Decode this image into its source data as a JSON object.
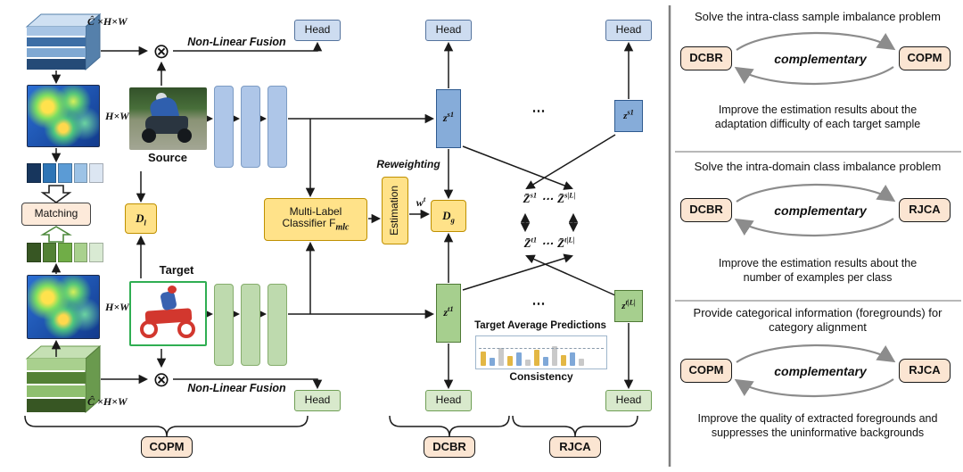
{
  "colors": {
    "blue_accent": "#aec6e8",
    "green_accent": "#bedaae",
    "yellow_accent": "#ffe289",
    "tan_accent": "#fbe5d2"
  },
  "diagram": {
    "labels": {
      "chw": "Ĉ ×H×W",
      "hw": "H×W",
      "nonlinear_fusion": "Non-Linear Fusion",
      "otimes": "⊗",
      "head": "Head",
      "matching": "Matching",
      "source": "Source",
      "target": "Target",
      "multilabel_line1": "Multi-Label",
      "multilabel_line2": "Classifier F",
      "multilabel_sub": "mlc",
      "reweighting": "Reweighting",
      "estimation": "Estimation",
      "target_avg_predictions": "Target Average Predictions",
      "consistency": "Consistency",
      "dots": "⋯"
    },
    "math": {
      "d_local": {
        "base": "D",
        "sub": "l"
      },
      "d_global": {
        "base": "D",
        "sub": "g"
      },
      "w_t": {
        "base": "w",
        "sup": "t"
      },
      "z": {
        "base": "z",
        "sup_s1": "s1",
        "sup_t1": "t1",
        "sup_tL": "t|L|"
      },
      "zbar": {
        "base": "Z̄",
        "sup_s1": "s1",
        "sup_sL": "s|L|",
        "sup_t1": "t1",
        "sup_tL": "t|L|",
        "dots": "⋯"
      }
    },
    "module_labels": [
      "COPM",
      "DCBR",
      "RJCA"
    ],
    "match_row_blue": [
      "#17365d",
      "#2e75b6",
      "#5b9bd5",
      "#9dc3e6",
      "#dce6f2"
    ],
    "match_row_green": [
      "#375623",
      "#538135",
      "#70ad47",
      "#a9d18e",
      "#d9ead3"
    ],
    "predictions": {
      "bar_heights": [
        16,
        9,
        20,
        11,
        15,
        7,
        18,
        10,
        22,
        12,
        15,
        8
      ],
      "bar_colors": [
        "#e3b744",
        "#7fa8d8",
        "#c9c9c9"
      ]
    }
  },
  "panels": [
    {
      "title1": "Solve the intra-class sample imbalance problem",
      "title2": "",
      "left": "DCBR",
      "right": "COPM",
      "center": "complementary",
      "bottom1": "Improve the estimation results about the",
      "bottom2": "adaptation difficulty of each target sample"
    },
    {
      "title1": "Solve the intra-domain class imbalance problem",
      "title2": "",
      "left": "DCBR",
      "right": "RJCA",
      "center": "complementary",
      "bottom1": "Improve the estimation results about the",
      "bottom2": "number of examples per class"
    },
    {
      "title1": "Provide categorical information (foregrounds) for",
      "title2": "category alignment",
      "left": "COPM",
      "right": "RJCA",
      "center": "complementary",
      "bottom1": "Improve the quality of extracted foregrounds and",
      "bottom2": "suppresses the uninformative backgrounds"
    }
  ]
}
